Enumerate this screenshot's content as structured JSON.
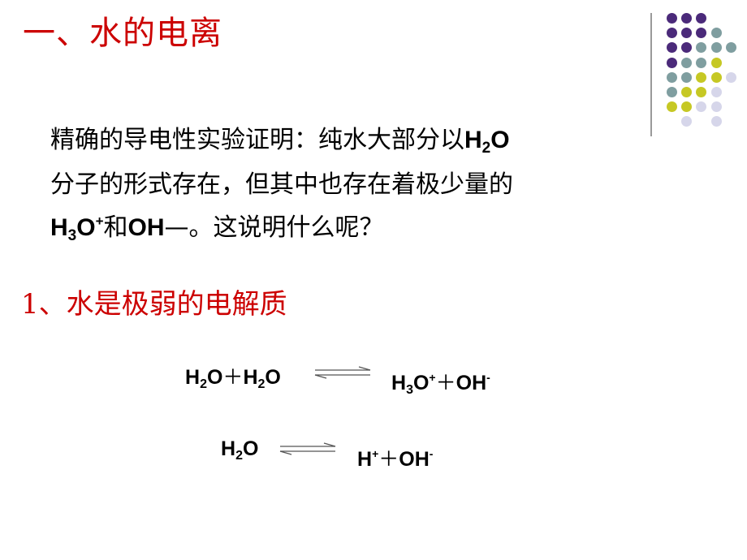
{
  "slide": {
    "title": "一、水的电离",
    "paragraph": {
      "line1_pre": "精确的导电性实验证明：纯水大部分以",
      "line2": "分子的形式存在，但其中也存在着极少量的",
      "line3_and": "和",
      "line3_minus": "—",
      "line3_rest": "。这说明什么呢？"
    },
    "subheading": "1、水是极弱的电解质",
    "formula": {
      "H": "H",
      "sub_2": "2",
      "sub_3": "3",
      "O": "O",
      "OH": "OH",
      "plus_sup": "+",
      "minus_sup": "-",
      "plus_op": "＋"
    },
    "equation1": {
      "reactant": "H2O＋H2O",
      "product": "H3O+＋OH-"
    },
    "equation2": {
      "reactant": "H2O",
      "product": "H+＋OH-"
    }
  },
  "colors": {
    "title_red": "#cc0000",
    "dot_purple": "#4b2a7a",
    "dot_teal": "#7f9ea0",
    "dot_yellow": "#c6c824",
    "dot_lavender": "#d6d6ea",
    "divider_gray": "#9a9a9a"
  },
  "decoration": {
    "dot_grid": [
      [
        "purple",
        "purple",
        "purple",
        "",
        ""
      ],
      [
        "purple",
        "purple",
        "purple",
        "teal",
        ""
      ],
      [
        "purple",
        "purple",
        "teal",
        "teal",
        "teal"
      ],
      [
        "purple",
        "teal",
        "teal",
        "yellow",
        ""
      ],
      [
        "teal",
        "teal",
        "yellow",
        "yellow",
        "lavender"
      ],
      [
        "teal",
        "yellow",
        "yellow",
        "lavender",
        ""
      ],
      [
        "yellow",
        "yellow",
        "lavender",
        "lavender",
        ""
      ],
      [
        "",
        "lavender",
        "",
        "lavender",
        ""
      ]
    ]
  }
}
